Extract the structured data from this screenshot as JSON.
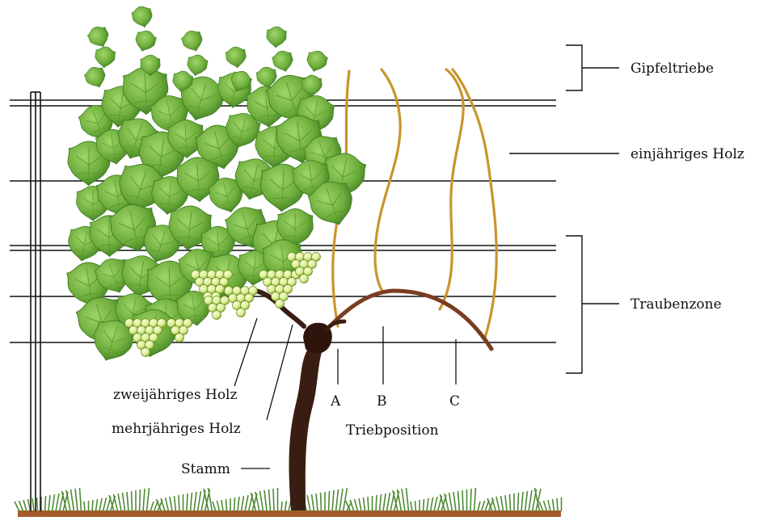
{
  "labels": {
    "gipfeltriebe": "Gipfeltriebe",
    "einjaehriges_holz": "einjähriges Holz",
    "traubenzone": "Traubenzone",
    "zweijaehriges_holz": "zweijähriges Holz",
    "mehrjaehriges_holz": "mehrjähriges Holz",
    "stamm": "Stamm",
    "position_a": "A",
    "position_b": "B",
    "position_c": "C",
    "triebposition": "Triebposition"
  },
  "colors": {
    "wire": "#111111",
    "cane": "#c8962a",
    "trunk": "#3a1d12",
    "cordon": "#7a3e22",
    "leaf": "#6fae3c",
    "leaf_dark": "#3f7d22",
    "grape": "#d6ec8c",
    "grass": "#4f8a35",
    "soil": "#a65a2a"
  }
}
